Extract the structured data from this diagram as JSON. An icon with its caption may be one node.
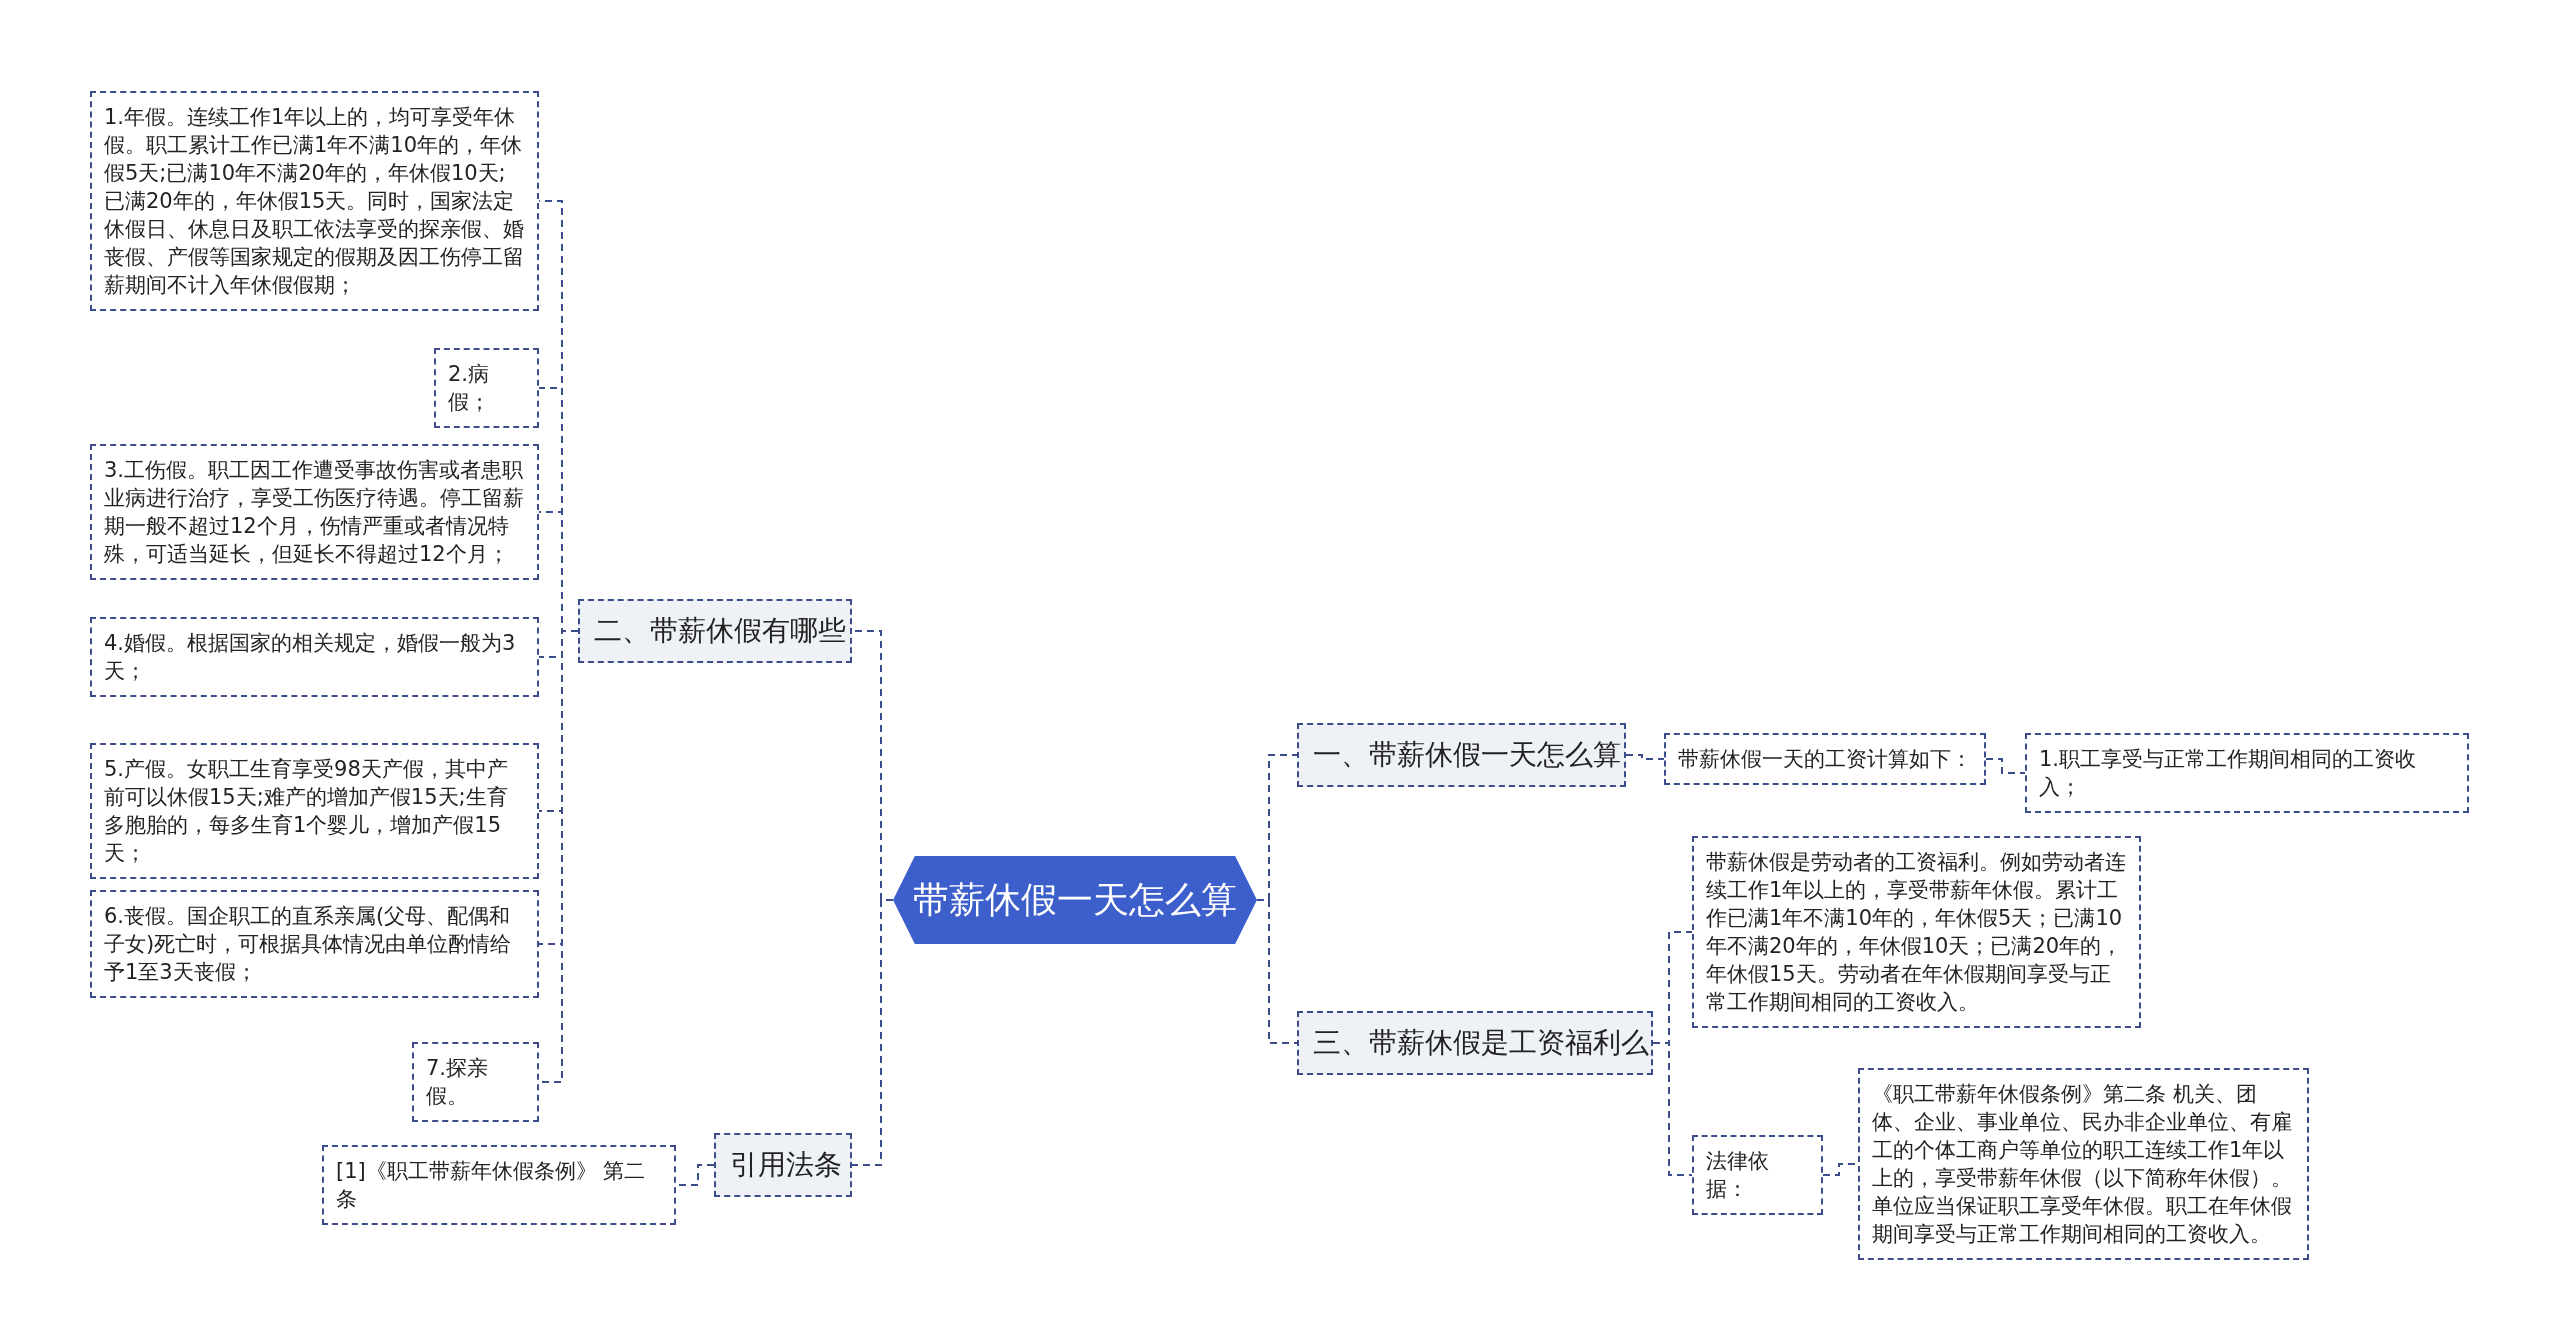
{
  "diagram": {
    "nodes": [
      {
        "text": [
          "带薪休假一天怎么算"
        ]
      },
      {
        "text": [
          "二、带薪休假有哪些"
        ]
      },
      {
        "text": [
          "1.年假。连续工作1年以上的，均可享受年休假。职工累计工作已满1年不满10年的，年休假5天;已满10年不满20年的，年休假10天;已满20年的，年休假15天。同时，国家法定休假日、休息日及职工依法享受的探亲假、婚丧假、产假等国家规定的假期及因工伤停工留薪期间不计入年休假假期；"
        ]
      },
      {
        "text": [
          "2.病假；"
        ]
      },
      {
        "text": [
          "3.工伤假。职工因工作遭受事故伤害或者患职业病进行治疗，享受工伤医疗待遇。停工留薪期一般不超过12个月，伤情严重或者情况特殊，可适当延长，但延长不得超过12个月；"
        ]
      },
      {
        "text": [
          "4.婚假。根据国家的相关规定，婚假一般为3天；"
        ]
      },
      {
        "text": [
          "5.产假。女职工生育享受98天产假，其中产前可以休假15天;难产的增加产假15天;生育多胞胎的，每多生育1个婴儿，增加产假15天；"
        ]
      },
      {
        "text": [
          "6.丧假。国企职工的直系亲属(父母、配偶和子女)死亡时，可根据具体情况由单位酌情给予1至3天丧假；"
        ]
      },
      {
        "text": [
          "7.探亲假。"
        ]
      },
      {
        "text": [
          "引用法条"
        ]
      },
      {
        "text": [
          "[1]《职工带薪年休假条例》 第二条"
        ]
      },
      {
        "text": [
          "一、带薪休假一天怎么算"
        ]
      },
      {
        "text": [
          "带薪休假一天的工资计算如下："
        ]
      },
      {
        "text": [
          "1.职工享受与正常工作期间相同的工资收入；"
        ]
      },
      {
        "text": [
          "三、带薪休假是工资福利么"
        ]
      },
      {
        "text": [
          "带薪休假是劳动者的工资福利。例如劳动者连续工作1年以上的，享受带薪年休假。累计工作已满1年不满10年的，年休假5天；已满10年不满20年的，年休假10天；已满20年的，年休假15天。劳动者在年休假期间享受与正常工作期间相同的工资收入。"
        ]
      },
      {
        "text": [
          "法律依据："
        ]
      },
      {
        "text": [
          "《职工带薪年休假条例》第二条 机关、团体、企业、事业单位、民办非企业单位、有雇工的个体工商户等单位的职工连续工作1年以上的，享受带薪年休假（以下简称年休假）。单位应当保证职工享受年休假。职工在年休假期间享受与正常工作期间相同的工资收入。"
        ]
      }
    ],
    "edges": [
      {
        "from": 0,
        "to": 1,
        "arrow": "none"
      },
      {
        "from": 1,
        "to": 2,
        "arrow": "none"
      },
      {
        "from": 1,
        "to": 3,
        "arrow": "none"
      },
      {
        "from": 1,
        "to": 4,
        "arrow": "none"
      },
      {
        "from": 1,
        "to": 5,
        "arrow": "none"
      },
      {
        "from": 1,
        "to": 6,
        "arrow": "none"
      },
      {
        "from": 1,
        "to": 7,
        "arrow": "none"
      },
      {
        "from": 1,
        "to": 8,
        "arrow": "none"
      },
      {
        "from": 0,
        "to": 9,
        "arrow": "none"
      },
      {
        "from": 9,
        "to": 10,
        "arrow": "none"
      },
      {
        "from": 0,
        "to": 11,
        "arrow": "none"
      },
      {
        "from": 11,
        "to": 12,
        "arrow": "none"
      },
      {
        "from": 12,
        "to": 13,
        "arrow": "none"
      },
      {
        "from": 0,
        "to": 14,
        "arrow": "none"
      },
      {
        "from": 14,
        "to": 15,
        "arrow": "none"
      },
      {
        "from": 14,
        "to": 16,
        "arrow": "none"
      },
      {
        "from": 16,
        "to": 17,
        "arrow": "none"
      }
    ]
  }
}
